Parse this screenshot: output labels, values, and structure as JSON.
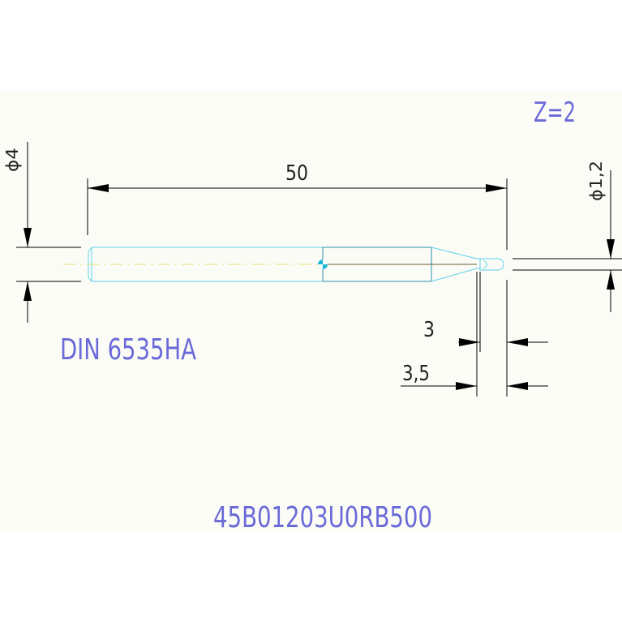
{
  "drawing": {
    "speed_label": "Z=2",
    "standard_label": "DIN 6535HA",
    "part_number": "45B01203U0RB500",
    "dims": {
      "shank_diameter": "ϕ4",
      "overall_length": "50",
      "ball_diameter": "ϕ1,2",
      "dim_3": "3",
      "dim_3_5": "3,5"
    }
  },
  "colors": {
    "page_background": "#ffffff",
    "sheet_background": "#fcfcf7",
    "tool_outline": "#5bd0e8",
    "centerline": "#e6e07a",
    "dimension_lines": "#000000",
    "label_text": "#6a6ad8",
    "center_mark": "#1ab6d6"
  }
}
